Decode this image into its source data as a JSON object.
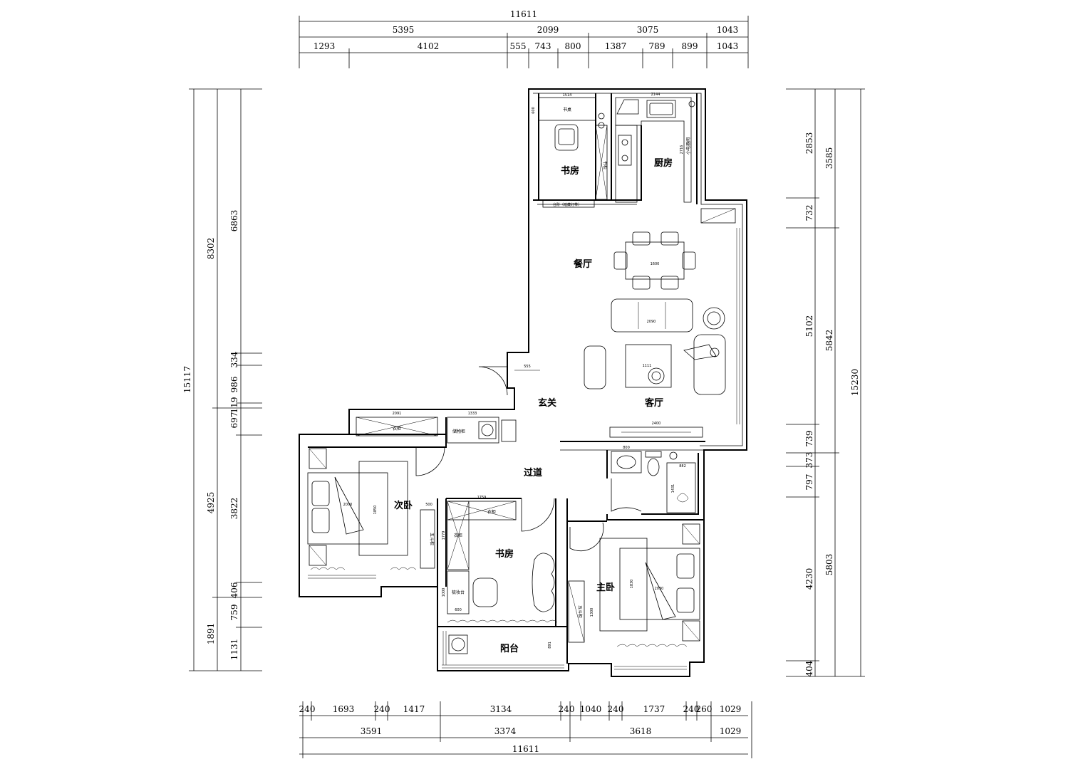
{
  "dimensions": {
    "top": {
      "overall": "11611",
      "row2": [
        "5395",
        "2099",
        "3075",
        "1043"
      ],
      "row3": [
        "1293",
        "4102",
        "555",
        "743",
        "800",
        "1387",
        "789",
        "899",
        "1043"
      ]
    },
    "bottom": {
      "row1": [
        "240",
        "1693",
        "240",
        "1417",
        "3134",
        "240",
        "1040",
        "240",
        "1737",
        "240",
        "260",
        "1029"
      ],
      "row2": [
        "3591",
        "3374",
        "3618",
        "1029"
      ],
      "overall": "11611"
    },
    "left": {
      "overall": "15117",
      "col2": [
        "8302",
        "4925",
        "1891"
      ],
      "col3": [
        "6863",
        "334",
        "986",
        "119",
        "697",
        "3822",
        "406",
        "759",
        "1131"
      ]
    },
    "right": {
      "overall": "15230",
      "col2": [
        "3585",
        "5842",
        "5803"
      ],
      "col3": [
        "2853",
        "732",
        "5102",
        "739",
        "373",
        "797",
        "4230",
        "404"
      ]
    }
  },
  "rooms": {
    "study_top": "书房",
    "kitchen": "厨房",
    "dining": "餐厅",
    "living": "客厅",
    "foyer": "玄关",
    "corridor": "过道",
    "second_bedroom": "次卧",
    "study_bottom": "书房",
    "master_bedroom": "主卧",
    "balcony": "阳台"
  },
  "furniture": {
    "desk": "书桌",
    "bookcase": "书柜",
    "step": "台阶（暗藏灯带）",
    "small_appliance": "小电器阀",
    "wardrobe_1": "衣柜",
    "storage": "储物柜",
    "wardrobe_2": "衣柜",
    "wardrobe_3": "衣柜",
    "chest_left": "五斗柜",
    "chest_right": "五斗柜",
    "vanity": "梳妆台"
  },
  "annotations": {
    "d555": "555",
    "d1514": "1514",
    "d2144": "2144",
    "d600": "600",
    "d2716": "2716",
    "d1600": "1600",
    "d2090": "2090",
    "d1111": "1111",
    "d2400": "2400",
    "d2091": "2091",
    "d1333": "1333",
    "d800": "800",
    "d1759": "1759",
    "d1779": "1779",
    "d2000": "2000",
    "d1850": "1850",
    "d2030": "2030",
    "d1830": "1830",
    "d1300": "1300",
    "d500": "500",
    "d1000": "1000",
    "d600b": "600",
    "d1431": "1431",
    "d882": "882",
    "d891": "891"
  }
}
